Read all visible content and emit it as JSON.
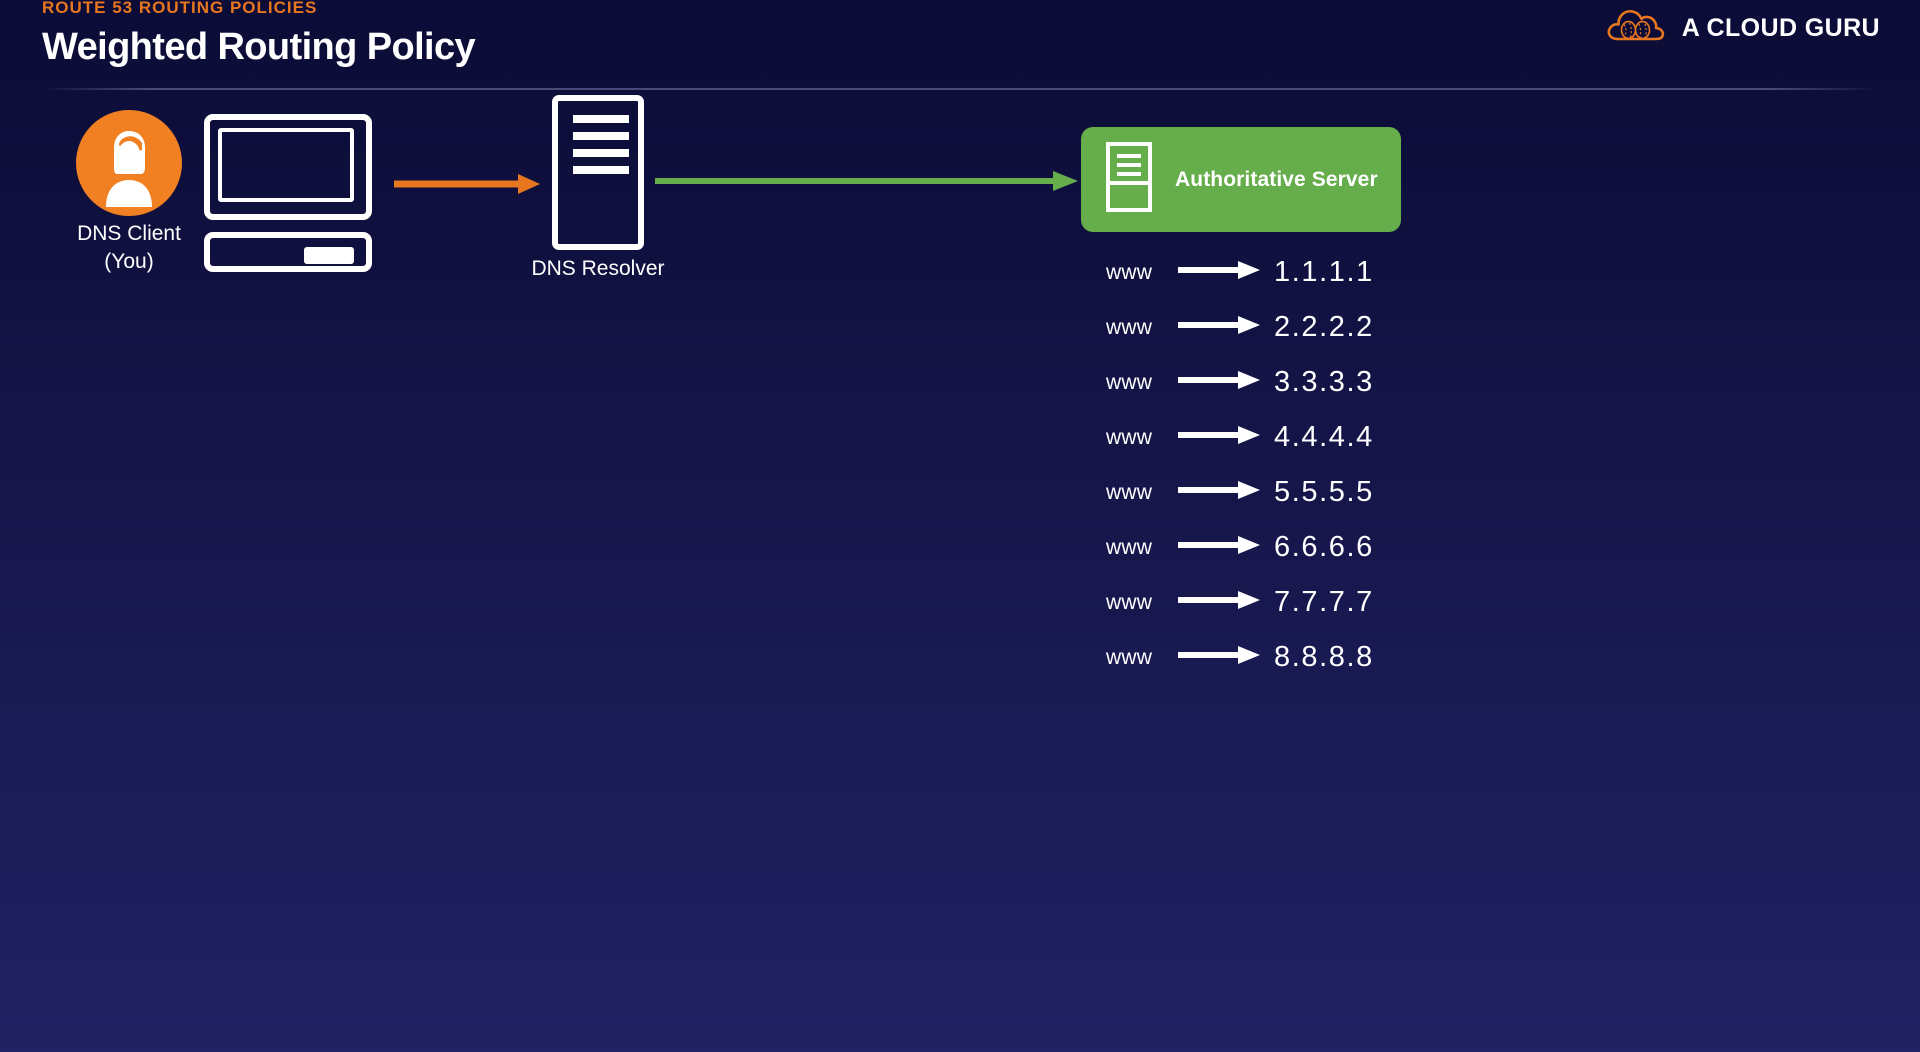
{
  "header": {
    "eyebrow": "ROUTE 53 ROUTING POLICIES",
    "title": "Weighted Routing Policy"
  },
  "brand": {
    "name": "A CLOUD GURU",
    "logo_icon": "cloud-guru-logo-icon",
    "logo_color": "#e8761f"
  },
  "colors": {
    "background_top": "#0c0c37",
    "background_bottom": "#212163",
    "accent_orange": "#e8761f",
    "avatar_orange": "#f08022",
    "server_green": "#66ad4b",
    "arrow_green": "#66ad4b",
    "white": "#ffffff"
  },
  "diagram": {
    "client": {
      "label": "DNS Client\n(You)",
      "label_line1": "DNS Client",
      "label_line2": "(You)",
      "avatar_icon": "user-avatar-icon",
      "device_icon": "desktop-computer-icon"
    },
    "resolver": {
      "label": "DNS Resolver",
      "icon": "server-rack-icon"
    },
    "authoritative": {
      "label": "Authoritative Server",
      "icon": "server-rack-icon",
      "background": "#66ad4b"
    },
    "arrows": [
      {
        "name": "query-arrow",
        "from": "client",
        "to": "resolver",
        "color": "#e8761f"
      },
      {
        "name": "response-arrow",
        "from": "resolver",
        "to": "authoritative",
        "color": "#66ad4b"
      }
    ]
  },
  "records": {
    "arrow_icon": "right-arrow-icon",
    "rows": [
      {
        "name": "www",
        "ip": "1.1.1.1"
      },
      {
        "name": "www",
        "ip": "2.2.2.2"
      },
      {
        "name": "www",
        "ip": "3.3.3.3"
      },
      {
        "name": "www",
        "ip": "4.4.4.4"
      },
      {
        "name": "www",
        "ip": "5.5.5.5"
      },
      {
        "name": "www",
        "ip": "6.6.6.6"
      },
      {
        "name": "www",
        "ip": "7.7.7.7"
      },
      {
        "name": "www",
        "ip": "8.8.8.8"
      }
    ]
  }
}
